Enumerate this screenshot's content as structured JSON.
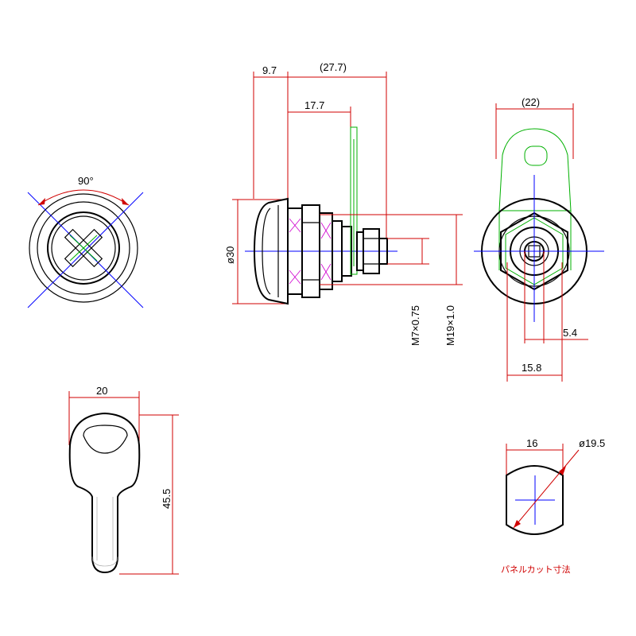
{
  "front_view": {
    "angle_label": "90°"
  },
  "side_view": {
    "dim_flange": "9.7",
    "dim_total": "(27.7)",
    "dim_cam_pos": "17.7",
    "dim_face_dia": "ø30",
    "dim_shaft_thread": "M7×0.75",
    "dim_body_thread": "M19×1.0"
  },
  "rear_view": {
    "dim_cam_width": "(22)",
    "dim_small": "5.4",
    "dim_across_flats": "15.8"
  },
  "key_view": {
    "dim_width": "20",
    "dim_length": "45.5"
  },
  "panel_cut": {
    "dim_width": "16",
    "dim_dia": "ø19.5",
    "caption": "パネルカット寸法"
  },
  "colors": {
    "dimension": "#d00000",
    "centerline": "#0000ff",
    "outline": "#000000",
    "cam": "#00b000",
    "thread": "#d000d0"
  }
}
